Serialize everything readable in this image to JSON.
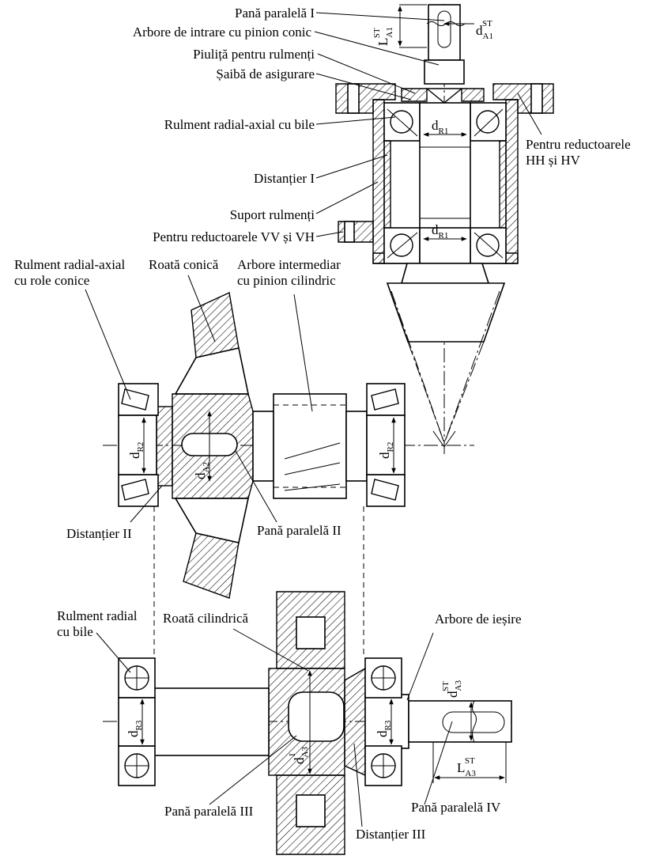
{
  "labels": {
    "pana_paralela_1": "Pană paralelă I",
    "arbore_intrare": "Arbore de intrare cu pinion conic",
    "piulita": "Piuliță pentru rulmenți",
    "saiba": "Șaibă de asigurare",
    "rulment_radial_axial_bile": "Rulment radial-axial cu bile",
    "distantier_1": "Distanțier I",
    "suport_rulmenti": "Suport rulmenți",
    "pentru_vv_vh": "Pentru reductoarele VV și VH",
    "pentru_hh_hv_1": "Pentru reductoarele",
    "pentru_hh_hv_2": "HH și HV",
    "rulment_role_conice_1": "Rulment radial-axial",
    "rulment_role_conice_2": "cu role conice",
    "roata_conica": "Roată conică",
    "arbore_intermediar_1": "Arbore intermediar",
    "arbore_intermediar_2": "cu pinion cilindric",
    "distantier_2": "Distanțier II",
    "pana_paralela_2": "Pană paralelă II",
    "rulment_radial_bile_1": "Rulment radial",
    "rulment_radial_bile_2": "cu bile",
    "roata_cilindrica": "Roată cilindrică",
    "arbore_iesire": "Arbore de ieșire",
    "pana_paralela_3": "Pană paralelă III",
    "pana_paralela_4": "Pană paralelă IV",
    "distantier_3": "Distanțier III"
  },
  "dimensions": {
    "l_a1_main": "L",
    "l_a1_sub": "A1",
    "l_a1_sup": "ST",
    "d_a1_main": "d",
    "d_a1_sub": "A1",
    "d_a1_sup": "ST",
    "d_r1_main": "d",
    "d_r1_sub": "R1",
    "d_r2_main": "d",
    "d_r2_sub": "R2",
    "d_a2_main": "d",
    "d_a2_sub": "A2",
    "d_r3_main": "d",
    "d_r3_sub": "R3",
    "d_a3i_main": "d",
    "d_a3i_sub": "A3",
    "d_a3i_sup": "I",
    "d_a3st_main": "d",
    "d_a3st_sub": "A3",
    "d_a3st_sup": "ST",
    "l_a3_main": "L",
    "l_a3_sub": "A3",
    "l_a3_sup": "ST"
  }
}
